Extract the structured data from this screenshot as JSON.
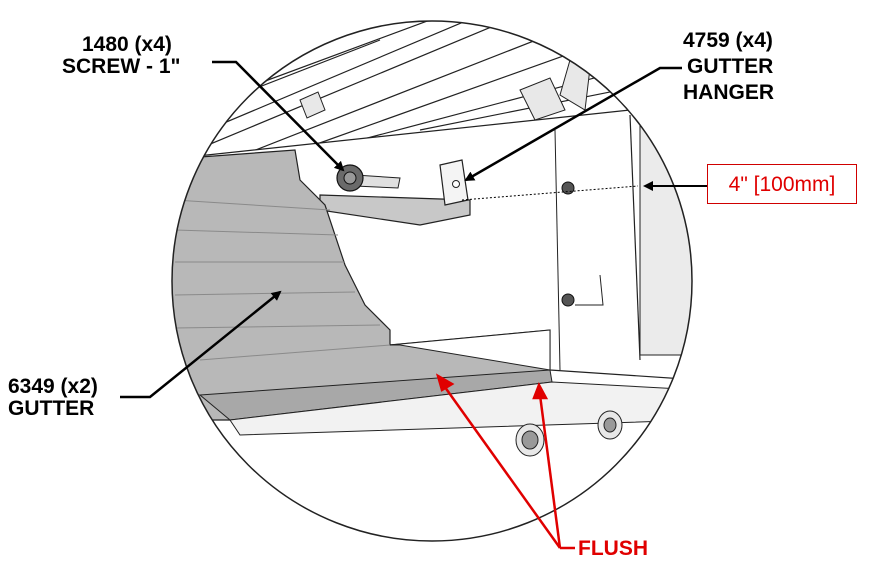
{
  "callouts": {
    "screw": {
      "part": "1480 (x4)",
      "name": "SCREW - 1\""
    },
    "hanger": {
      "part": "4759 (x4)",
      "name1": "GUTTER",
      "name2": "HANGER"
    },
    "gutter": {
      "part": "6349 (x2)",
      "name": "GUTTER"
    },
    "dimension": "4\" [100mm]",
    "flush": "FLUSH"
  },
  "colors": {
    "leader": "#000000",
    "accent": "#e00000",
    "gutter_fill": "#b8b8b8",
    "gutter_dark": "#a8a8a8"
  }
}
